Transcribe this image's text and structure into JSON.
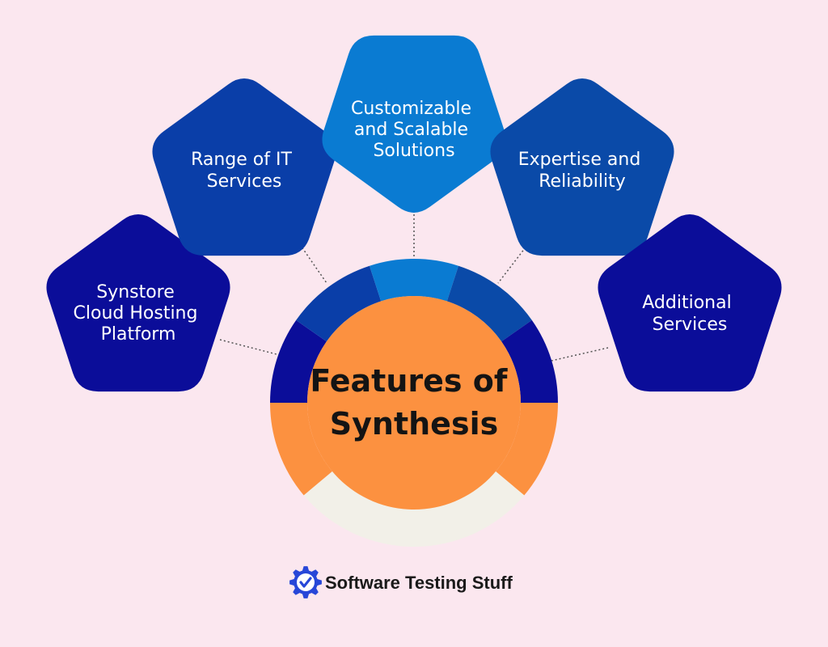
{
  "center": {
    "title_line1": "Features of",
    "title_line2": "Synthesis"
  },
  "features": [
    {
      "lines": [
        "Synstore",
        "Cloud Hosting",
        "Platform"
      ],
      "color": "#0b0d99"
    },
    {
      "lines": [
        "Range of IT",
        "Services"
      ],
      "color": "#0a3ea8"
    },
    {
      "lines": [
        "Customizable",
        "and Scalable",
        "Solutions"
      ],
      "color": "#0a7bd2"
    },
    {
      "lines": [
        "Expertise and",
        "Reliability"
      ],
      "color": "#0a4aa8"
    },
    {
      "lines": [
        "Additional",
        "Services"
      ],
      "color": "#0b0d99"
    }
  ],
  "ring_colors": {
    "center_fill": "#fc9140",
    "lower_band": "#f2f0e8",
    "background": "#fbe7ef",
    "connector": "#555555"
  },
  "brand": {
    "name": "Software Testing Stuff",
    "icon": "gear-check-icon",
    "icon_color": "#2747d8"
  }
}
